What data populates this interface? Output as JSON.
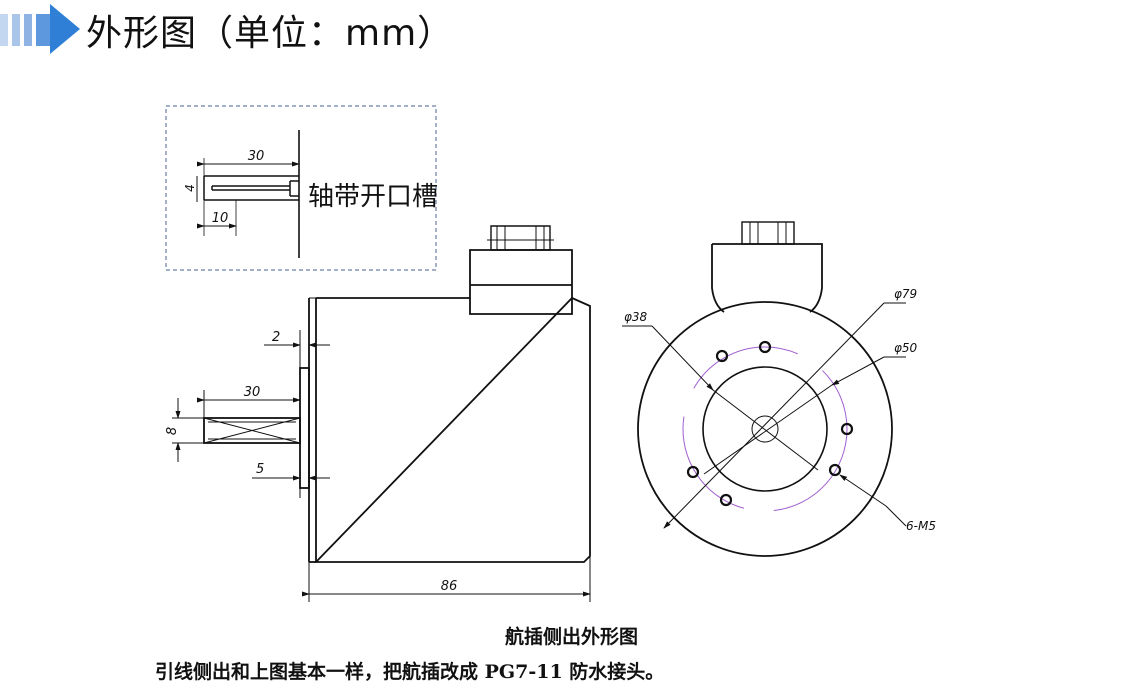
{
  "header": {
    "title": "外形图（单位：mm）",
    "accent_color": "#2f7fd6",
    "bar_color": "#8fb4e3"
  },
  "inset": {
    "label": "轴带开口槽",
    "dims": {
      "length": "30",
      "width": "4",
      "depth": "10"
    }
  },
  "side_view": {
    "dims": {
      "flange": "2",
      "shaft_length": "30",
      "shaft_dia": "8",
      "step": "5",
      "body_length": "86"
    }
  },
  "front_view": {
    "dims": {
      "d38": "φ38",
      "d79": "φ79",
      "d50": "φ50",
      "holes": "6-M5"
    },
    "pcd_color": "#a05ed0"
  },
  "caption": "航插侧出外形图",
  "note": "引线侧出和上图基本一样，把航插改成 PG7-11 防水接头。"
}
